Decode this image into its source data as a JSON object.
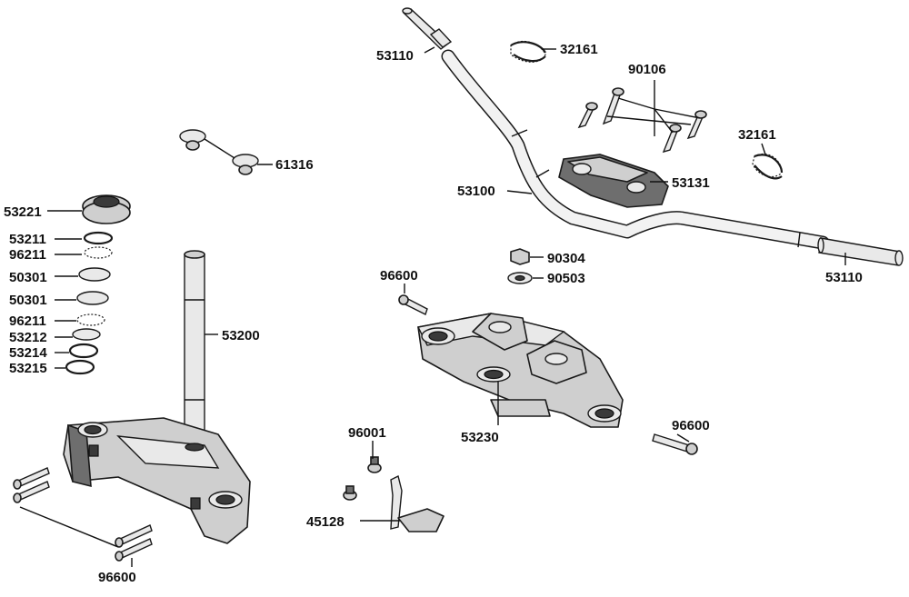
{
  "callouts": {
    "p53110_top": "53110",
    "p32161_top": "32161",
    "p90106": "90106",
    "p32161_right": "32161",
    "p61316": "61316",
    "p53131": "53131",
    "p53100": "53100",
    "p53221": "53221",
    "p53211": "53211",
    "p96211_a": "96211",
    "p50301_a": "50301",
    "p50301_b": "50301",
    "p96211_b": "96211",
    "p53212": "53212",
    "p53214": "53214",
    "p53215": "53215",
    "p53200": "53200",
    "p90304": "90304",
    "p90503": "90503",
    "p53110_right": "53110",
    "p96600_mid": "96600",
    "p53230": "53230",
    "p96600_right": "96600",
    "p96001": "96001",
    "p45128": "45128",
    "p96600_bottom": "96600"
  }
}
